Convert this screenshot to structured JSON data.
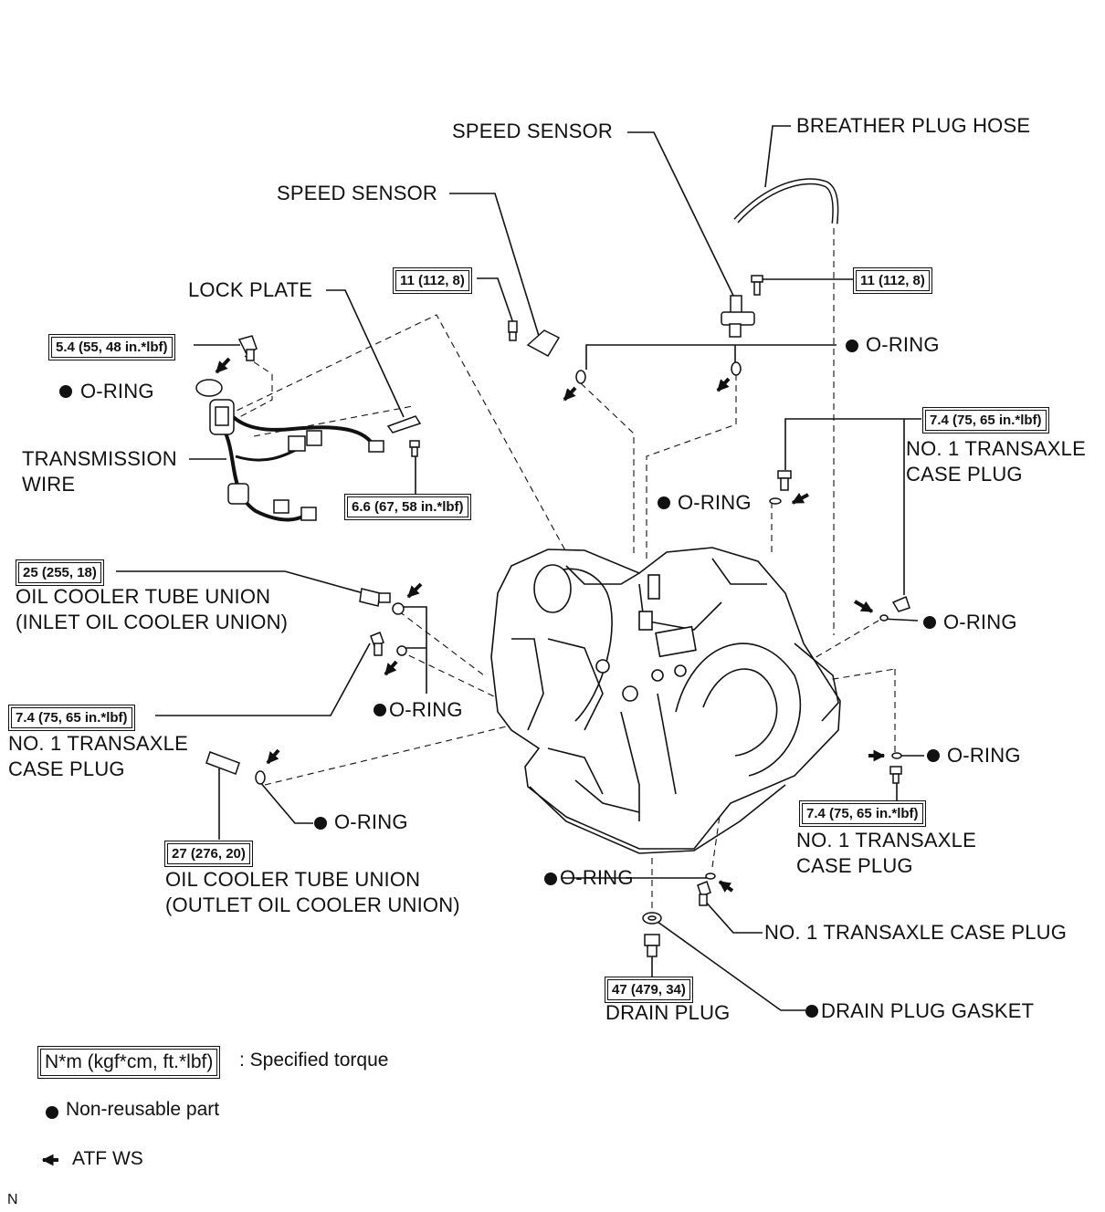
{
  "labels": {
    "speed_sensor_1": "SPEED SENSOR",
    "breather_plug_hose": "BREATHER PLUG HOSE",
    "speed_sensor_2": "SPEED SENSOR",
    "lock_plate": "LOCK PLATE",
    "o_ring": "O-RING",
    "transmission_wire": "TRANSMISSION\nWIRE",
    "no1_transaxle_case_plug_multiline": "NO. 1 TRANSAXLE\nCASE PLUG",
    "oil_cooler_inlet": "OIL COOLER TUBE UNION\n(INLET OIL COOLER UNION)",
    "oil_cooler_outlet": "OIL COOLER TUBE UNION\n(OUTLET OIL COOLER UNION)",
    "no1_transaxle_case_plug_single": "NO. 1 TRANSAXLE CASE PLUG",
    "drain_plug": "DRAIN PLUG",
    "drain_plug_gasket": "DRAIN PLUG GASKET"
  },
  "torques": {
    "t_11_112_8": "11 (112, 8)",
    "t_5_4": "5.4 (55, 48 in.*lbf)",
    "t_6_6": "6.6 (67, 58 in.*lbf)",
    "t_7_4": "7.4 (75, 65 in.*lbf)",
    "t_25": "25 (255, 18)",
    "t_27": "27 (276, 20)",
    "t_47": "47 (479, 34)"
  },
  "legend": {
    "unit_box": "N*m (kgf*cm, ft.*lbf)",
    "unit_text": ": Specified torque",
    "non_reusable": "Non-reusable part",
    "atf": "ATF WS"
  },
  "footer_code": "N"
}
